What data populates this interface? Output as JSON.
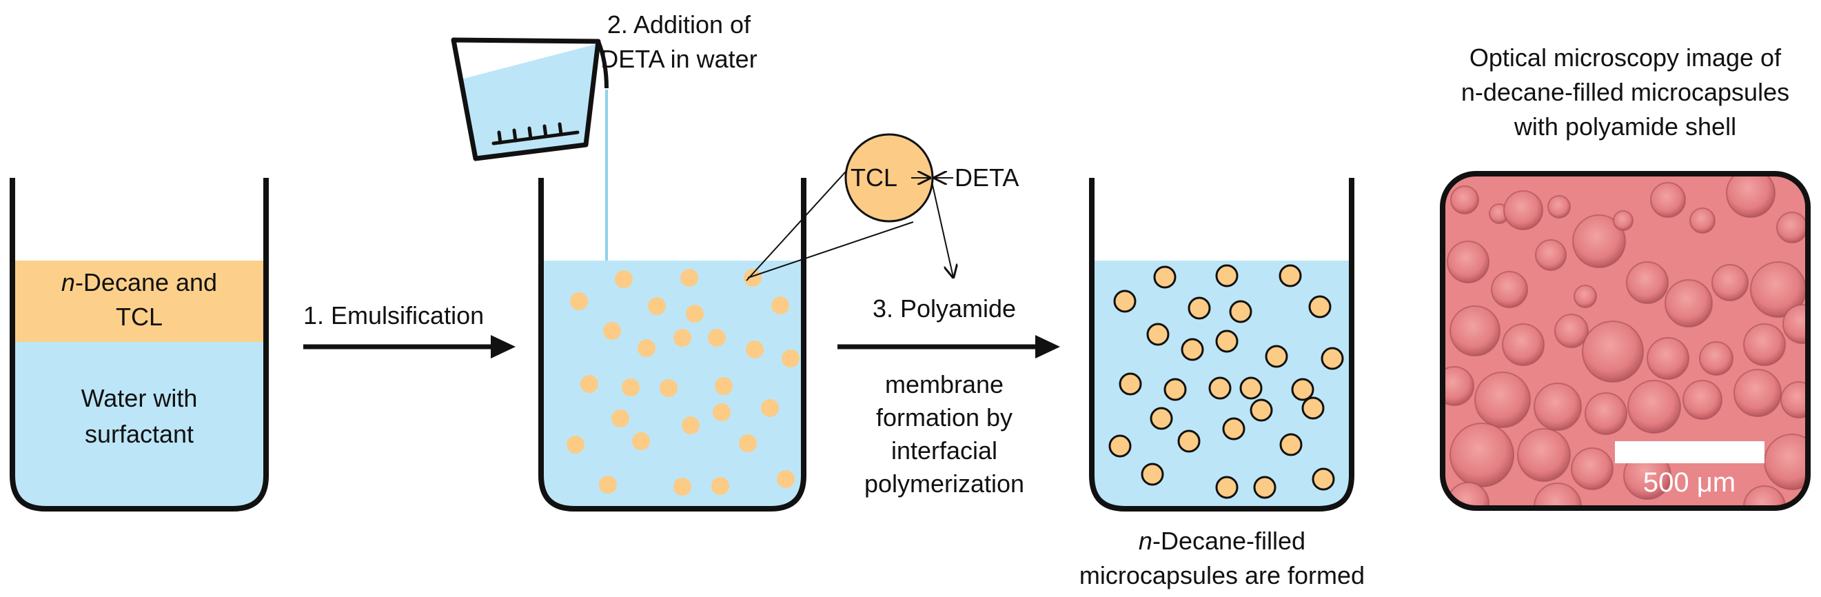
{
  "colors": {
    "water": "#bce6f7",
    "oil": "#fcd08a",
    "droplet": "#fccb86",
    "droplet_stroke": "#e8a24a",
    "outline": "#111111",
    "micro_bg": "#e8868a"
  },
  "beaker1": {
    "oil_label_italic": "n",
    "oil_label_rest": "-Decane and",
    "oil_label_line2": "TCL",
    "water_label_line1": "Water with",
    "water_label_line2": "surfactant"
  },
  "step1": {
    "label": "1. Emulsification"
  },
  "step2": {
    "label_line1": "2. Addition of",
    "label_line2": "DETA in water"
  },
  "inset": {
    "tcl": "TCL",
    "deta": "DETA"
  },
  "step3": {
    "label_line1": "3. Polyamide",
    "label_line2": "membrane",
    "label_line3": "formation by",
    "label_line4": "interfacial",
    "label_line5": "polymerization"
  },
  "beaker3": {
    "caption_italic": "n",
    "caption_rest": "-Decane-filled",
    "caption_line2": "microcapsules are formed"
  },
  "micrograph": {
    "title_line1": "Optical microscopy image of",
    "title_line2": "n-decane-filled microcapsules",
    "title_line3": "with polyamide shell",
    "scale_label": "500 μm",
    "icon": "microscopy-image"
  }
}
